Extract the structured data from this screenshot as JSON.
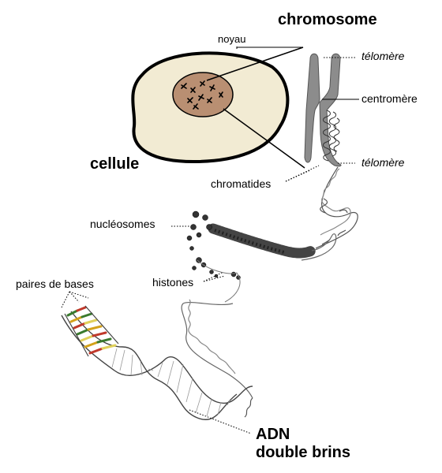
{
  "labels": {
    "chromosome": "chromosome",
    "noyau": "noyau",
    "cellule": "cellule",
    "telomere_top": "télomère",
    "centromere": "centromère",
    "telomere_bottom": "télomère",
    "chromatides": "chromatides",
    "nucleosomes": "nucléosomes",
    "histones": "histones",
    "paires_de_bases": "paires de bases",
    "adn_line1": "ADN",
    "adn_line2": "double brins"
  },
  "colors": {
    "cell_fill": "#f2ebd3",
    "nucleus_fill": "#b98f72",
    "chromosome_fill": "#8c8c8c",
    "base_pair_colors": [
      "#3a7a2e",
      "#d4a21a",
      "#c0392b",
      "#e0d05a"
    ]
  }
}
